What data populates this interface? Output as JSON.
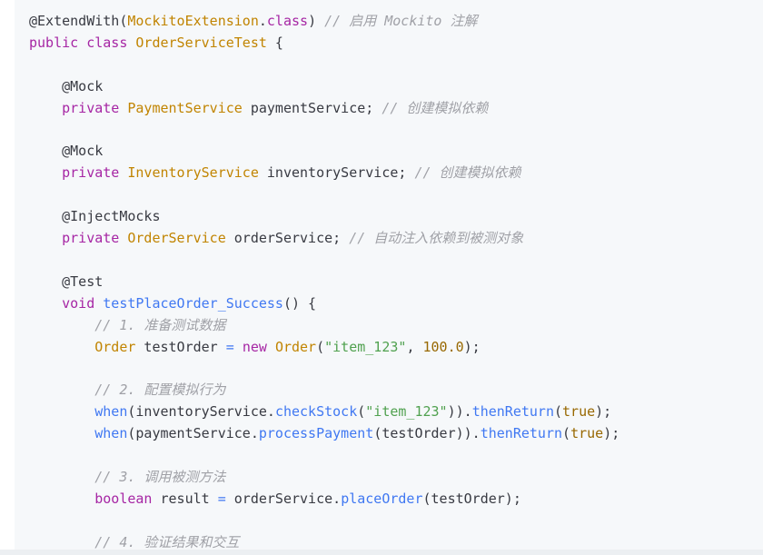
{
  "code_lines": [
    {
      "indent": "",
      "tokens": [
        {
          "t": "@ExtendWith(",
          "c": "pl"
        },
        {
          "t": "MockitoExtension",
          "c": "ty"
        },
        {
          "t": ".",
          "c": "pl"
        },
        {
          "t": "class",
          "c": "kw"
        },
        {
          "t": ") ",
          "c": "pl"
        },
        {
          "t": "// 启用 Mockito 注解",
          "c": "cm"
        }
      ]
    },
    {
      "indent": "",
      "tokens": [
        {
          "t": "public",
          "c": "kw"
        },
        {
          "t": " ",
          "c": "pl"
        },
        {
          "t": "class",
          "c": "kw"
        },
        {
          "t": " ",
          "c": "pl"
        },
        {
          "t": "OrderServiceTest",
          "c": "ty"
        },
        {
          "t": " {",
          "c": "pl"
        }
      ]
    },
    {
      "indent": "",
      "tokens": []
    },
    {
      "indent": "    ",
      "tokens": [
        {
          "t": "@Mock",
          "c": "pl"
        }
      ]
    },
    {
      "indent": "    ",
      "tokens": [
        {
          "t": "private",
          "c": "kw"
        },
        {
          "t": " ",
          "c": "pl"
        },
        {
          "t": "PaymentService",
          "c": "ty"
        },
        {
          "t": " paymentService; ",
          "c": "pl"
        },
        {
          "t": "// 创建模拟依赖",
          "c": "cm"
        }
      ]
    },
    {
      "indent": "",
      "tokens": []
    },
    {
      "indent": "    ",
      "tokens": [
        {
          "t": "@Mock",
          "c": "pl"
        }
      ]
    },
    {
      "indent": "    ",
      "tokens": [
        {
          "t": "private",
          "c": "kw"
        },
        {
          "t": " ",
          "c": "pl"
        },
        {
          "t": "InventoryService",
          "c": "ty"
        },
        {
          "t": " inventoryService; ",
          "c": "pl"
        },
        {
          "t": "// 创建模拟依赖",
          "c": "cm"
        }
      ]
    },
    {
      "indent": "",
      "tokens": []
    },
    {
      "indent": "    ",
      "tokens": [
        {
          "t": "@InjectMocks",
          "c": "pl"
        }
      ]
    },
    {
      "indent": "    ",
      "tokens": [
        {
          "t": "private",
          "c": "kw"
        },
        {
          "t": " ",
          "c": "pl"
        },
        {
          "t": "OrderService",
          "c": "ty"
        },
        {
          "t": " orderService; ",
          "c": "pl"
        },
        {
          "t": "// 自动注入依赖到被测对象",
          "c": "cm"
        }
      ]
    },
    {
      "indent": "",
      "tokens": []
    },
    {
      "indent": "    ",
      "tokens": [
        {
          "t": "@Test",
          "c": "pl"
        }
      ]
    },
    {
      "indent": "    ",
      "tokens": [
        {
          "t": "void",
          "c": "kw"
        },
        {
          "t": " ",
          "c": "pl"
        },
        {
          "t": "testPlaceOrder_Success",
          "c": "fn"
        },
        {
          "t": "() {",
          "c": "pl"
        }
      ]
    },
    {
      "indent": "        ",
      "tokens": [
        {
          "t": "// 1. 准备测试数据",
          "c": "cm"
        }
      ]
    },
    {
      "indent": "        ",
      "tokens": [
        {
          "t": "Order",
          "c": "ty"
        },
        {
          "t": " testOrder ",
          "c": "pl"
        },
        {
          "t": "=",
          "c": "fn"
        },
        {
          "t": " ",
          "c": "pl"
        },
        {
          "t": "new",
          "c": "kw"
        },
        {
          "t": " ",
          "c": "pl"
        },
        {
          "t": "Order",
          "c": "ty"
        },
        {
          "t": "(",
          "c": "pl"
        },
        {
          "t": "\"item_123\"",
          "c": "str"
        },
        {
          "t": ", ",
          "c": "pl"
        },
        {
          "t": "100.0",
          "c": "num"
        },
        {
          "t": ");",
          "c": "pl"
        }
      ]
    },
    {
      "indent": "",
      "tokens": []
    },
    {
      "indent": "        ",
      "tokens": [
        {
          "t": "// 2. 配置模拟行为",
          "c": "cm"
        }
      ]
    },
    {
      "indent": "        ",
      "tokens": [
        {
          "t": "when",
          "c": "fn"
        },
        {
          "t": "(inventoryService.",
          "c": "pl"
        },
        {
          "t": "checkStock",
          "c": "fn"
        },
        {
          "t": "(",
          "c": "pl"
        },
        {
          "t": "\"item_123\"",
          "c": "str"
        },
        {
          "t": ")).",
          "c": "pl"
        },
        {
          "t": "thenReturn",
          "c": "fn"
        },
        {
          "t": "(",
          "c": "pl"
        },
        {
          "t": "true",
          "c": "num"
        },
        {
          "t": ");",
          "c": "pl"
        }
      ]
    },
    {
      "indent": "        ",
      "tokens": [
        {
          "t": "when",
          "c": "fn"
        },
        {
          "t": "(paymentService.",
          "c": "pl"
        },
        {
          "t": "processPayment",
          "c": "fn"
        },
        {
          "t": "(testOrder)).",
          "c": "pl"
        },
        {
          "t": "thenReturn",
          "c": "fn"
        },
        {
          "t": "(",
          "c": "pl"
        },
        {
          "t": "true",
          "c": "num"
        },
        {
          "t": ");",
          "c": "pl"
        }
      ]
    },
    {
      "indent": "",
      "tokens": []
    },
    {
      "indent": "        ",
      "tokens": [
        {
          "t": "// 3. 调用被测方法",
          "c": "cm"
        }
      ]
    },
    {
      "indent": "        ",
      "tokens": [
        {
          "t": "boolean",
          "c": "kw"
        },
        {
          "t": " result ",
          "c": "pl"
        },
        {
          "t": "=",
          "c": "fn"
        },
        {
          "t": " orderService.",
          "c": "pl"
        },
        {
          "t": "placeOrder",
          "c": "fn"
        },
        {
          "t": "(testOrder);",
          "c": "pl"
        }
      ]
    },
    {
      "indent": "",
      "tokens": []
    },
    {
      "indent": "        ",
      "tokens": [
        {
          "t": "// 4. 验证结果和交互",
          "c": "cm"
        }
      ]
    }
  ]
}
